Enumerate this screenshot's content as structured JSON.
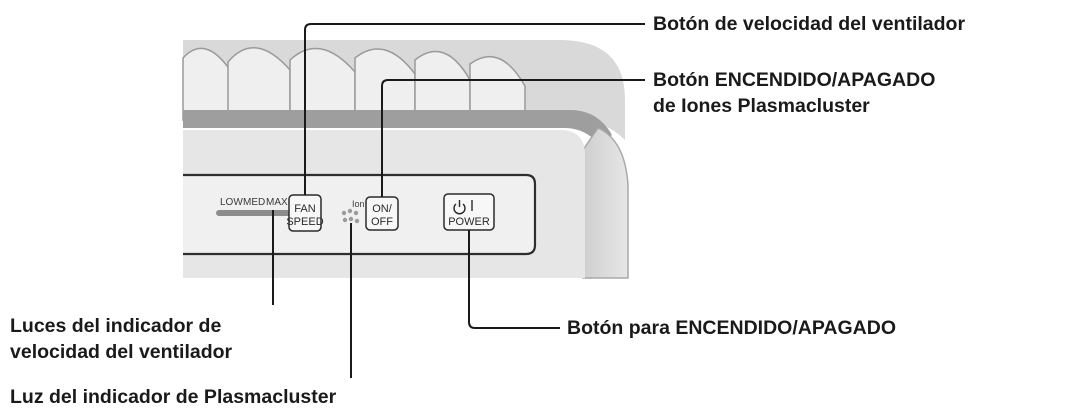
{
  "panel": {
    "speed_labels": [
      "LOW",
      "MED",
      "MAX"
    ],
    "fan_button": [
      "FAN",
      "SPEED"
    ],
    "ion_label": "Ion",
    "onoff_button": [
      "ON/",
      "OFF"
    ],
    "power_button": "POWER"
  },
  "callouts": {
    "fan_speed_button": "Botón de velocidad del ventilador",
    "ion_button": [
      "Botón ENCENDIDO/APAGADO",
      "de Iones Plasmacluster"
    ],
    "power_button": "Botón para ENCENDIDO/APAGADO",
    "speed_lights": [
      "Luces del indicador de",
      "velocidad del ventilador"
    ],
    "plasmacluster_light": "Luz del indicador de Plasmacluster"
  }
}
